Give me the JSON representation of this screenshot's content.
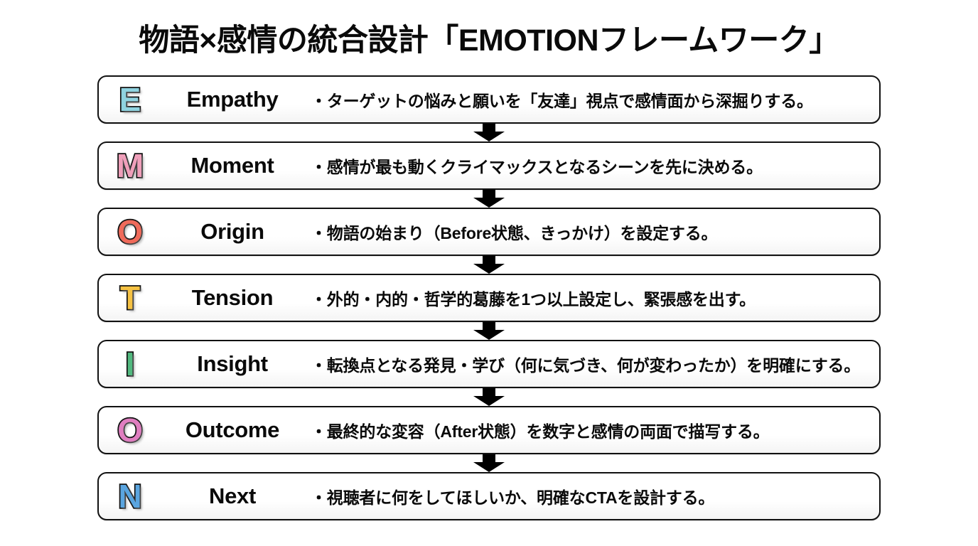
{
  "slide": {
    "background_color": "#ffffff",
    "title": "物語×感情の統合設計「EMOTIONフレームワーク」"
  },
  "framework": {
    "acronym": "EMOTION",
    "connector_icon": "down-arrow-icon",
    "steps": [
      {
        "letter": "E",
        "letter_color": "#8fd3e0",
        "name": "Empathy",
        "description": "・ターゲットの悩みと願いを「友達」視点で感情面から深掘りする。"
      },
      {
        "letter": "M",
        "letter_color": "#ef9fba",
        "name": "Moment",
        "description": "・感情が最も動くクライマックスとなるシーンを先に決める。"
      },
      {
        "letter": "O",
        "letter_color": "#ef6a5a",
        "name": "Origin",
        "description": "・物語の始まり（Before状態、きっかけ）を設定する。"
      },
      {
        "letter": "T",
        "letter_color": "#f6c243",
        "name": "Tension",
        "description": "・外的・内的・哲学的葛藤を1つ以上設定し、緊張感を出す。"
      },
      {
        "letter": "I",
        "letter_color": "#52b97f",
        "name": "Insight",
        "description": "・転換点となる発見・学び（何に気づき、何が変わったか）を明確にする。"
      },
      {
        "letter": "O",
        "letter_color": "#df7ec0",
        "name": "Outcome",
        "description": "・最終的な変容（After状態）を数字と感情の両面で描写する。"
      },
      {
        "letter": "N",
        "letter_color": "#5aa5e0",
        "name": "Next",
        "description": "・視聴者に何をしてほしいか、明確なCTAを設計する。"
      }
    ]
  }
}
